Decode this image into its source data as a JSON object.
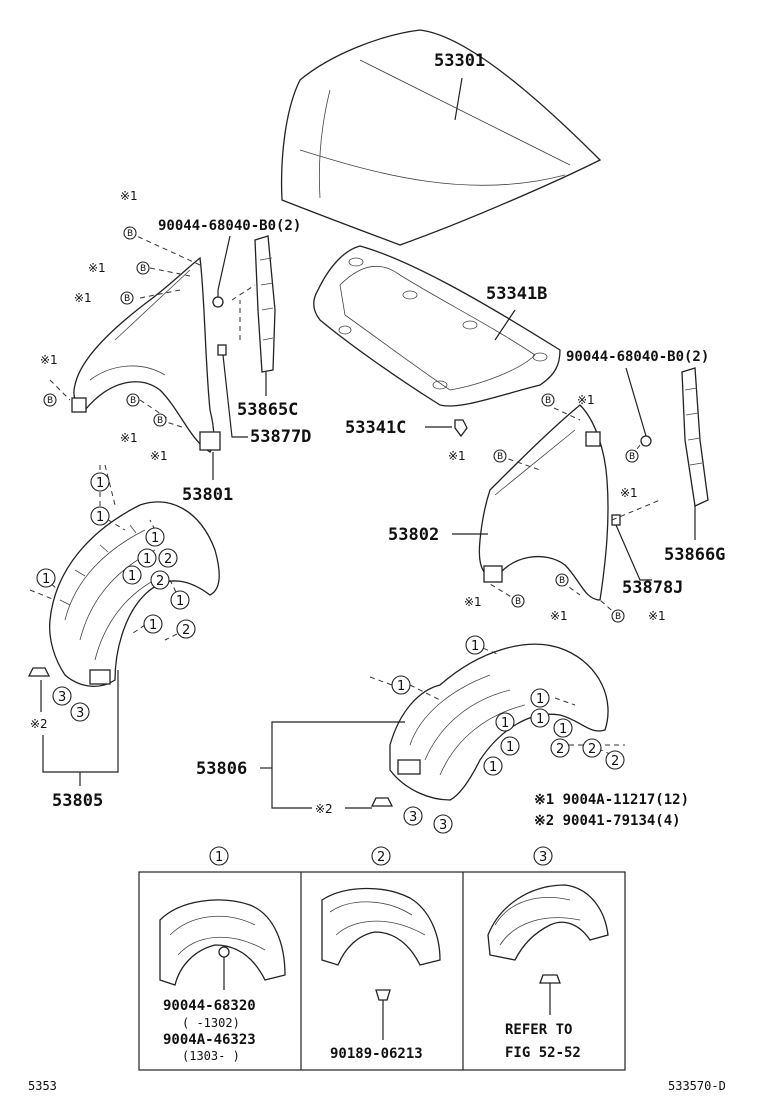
{
  "parts": {
    "hood": "53301",
    "hood_insulator": "53341B",
    "insulator_clip": "53341C",
    "left_fender": "53801",
    "right_fender": "53802",
    "left_seal_upper": "53865C",
    "left_seal_lower": "53877D",
    "right_seal_upper": "53866G",
    "right_seal_lower": "53878J",
    "left_liner": "53805",
    "right_liner": "53806",
    "bolt_left": "90044-68040-B0(2)",
    "bolt_right": "90044-68040-B0(2)"
  },
  "markers": {
    "note1_symbol": "※1",
    "note2_symbol": "※2",
    "bolt_symbol": "B",
    "circle_1": "1",
    "circle_2": "2",
    "circle_3": "3"
  },
  "notes": {
    "note1": "※1  9004A-11217(12)",
    "note2": "※2  90041-79134(4)"
  },
  "detail": {
    "panel1_num": "1",
    "panel1_part_a": "90044-68320",
    "panel1_range_a": "(      -1302)",
    "panel1_part_b": "9004A-46323",
    "panel1_range_b": "(1303-      )",
    "panel2_num": "2",
    "panel2_part": "90189-06213",
    "panel3_num": "3",
    "panel3_ref_line1": "REFER TO",
    "panel3_ref_line2": "FIG 52-52"
  },
  "footer": {
    "left_code": "5353",
    "right_code": "533570-D"
  }
}
